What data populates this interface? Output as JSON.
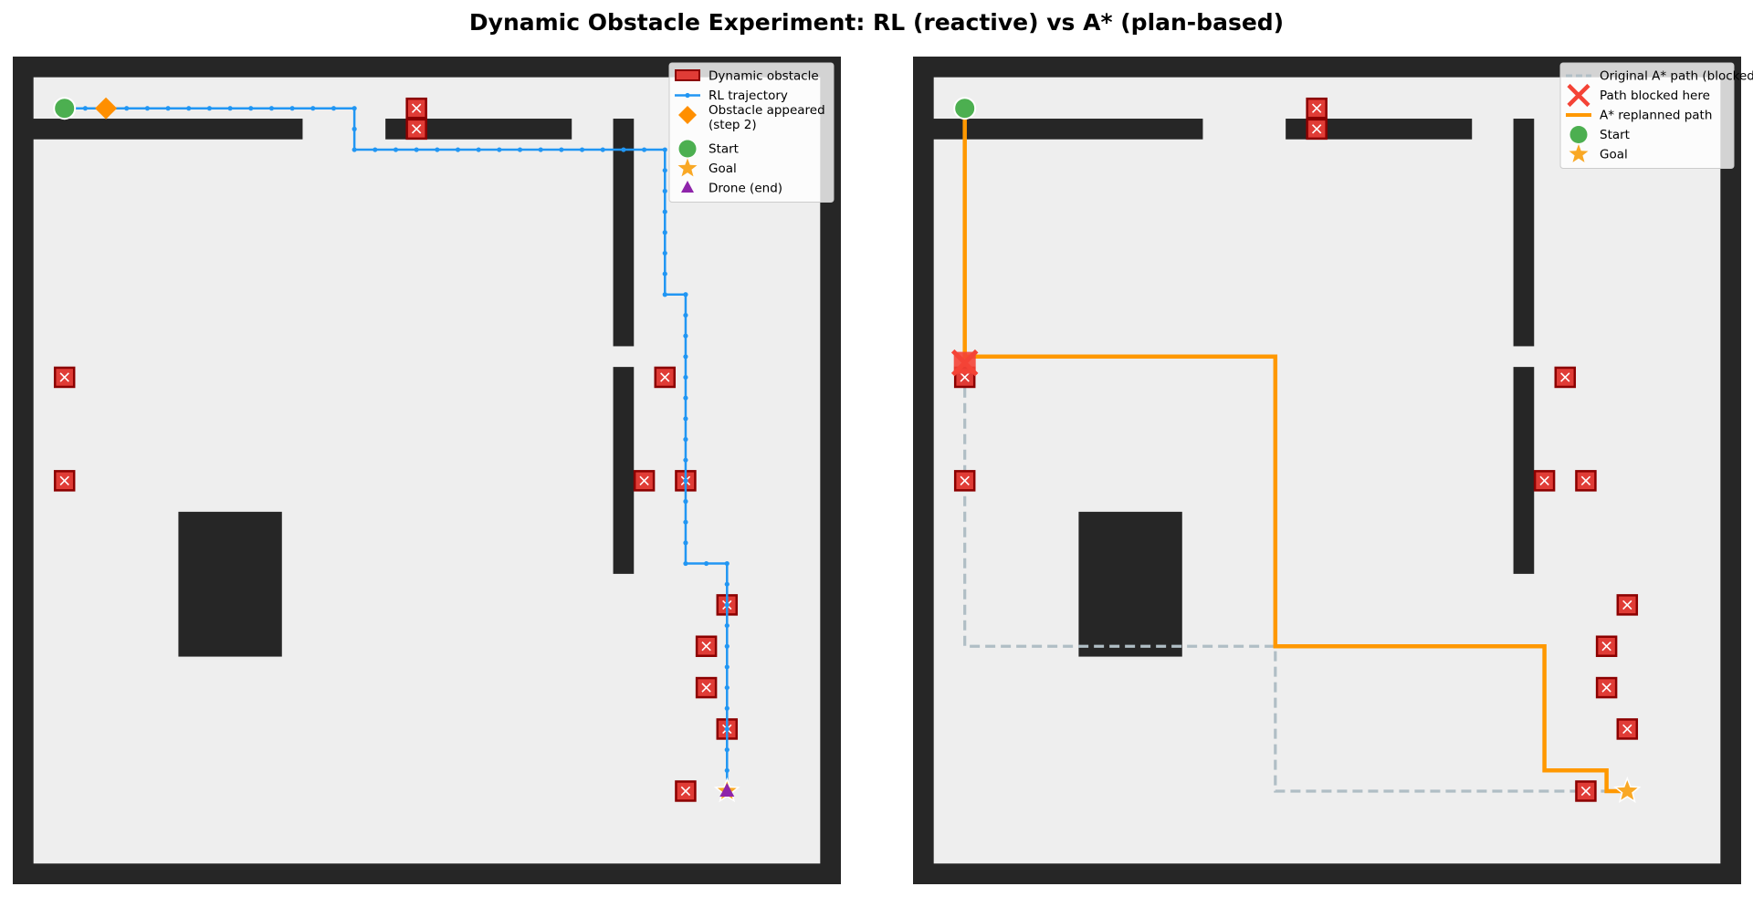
{
  "title": "Dynamic Obstacle Experiment: RL (reactive) vs A* (plan-based)",
  "colors": {
    "wall": "#262626",
    "floor": "#eeeeee",
    "obstacle_fill": "#e03c36",
    "obstacle_edge": "#8b0000",
    "rl_path": "#2196f3",
    "astar_path": "#ff9800",
    "original_path": "#b0bec5",
    "start": "#4caf50",
    "goal": "#f9a825",
    "drone": "#8e24aa",
    "obstacle_marker": "#ff8f00",
    "blocked_x": "#f44336"
  },
  "chart_data": [
    {
      "type": "scatter",
      "subtitle": "RL Agent  (reacts to obstacle via sensor readings)",
      "grid": false,
      "xlim": [
        -0.5,
        39.5
      ],
      "ylim": [
        39.5,
        -0.5
      ],
      "walls": [
        [
          0,
          3,
          14,
          1
        ],
        [
          18,
          3,
          9,
          1
        ],
        [
          29,
          3,
          1,
          11
        ],
        [
          29,
          15,
          1,
          10
        ],
        [
          8,
          22,
          5,
          7
        ]
      ],
      "dynamic_obstacles": [
        [
          19,
          2
        ],
        [
          19,
          3
        ],
        [
          2,
          15
        ],
        [
          31,
          15
        ],
        [
          2,
          20
        ],
        [
          30,
          20
        ],
        [
          32,
          20
        ],
        [
          34,
          26
        ],
        [
          33,
          28
        ],
        [
          33,
          30
        ],
        [
          34,
          32
        ],
        [
          32,
          35
        ]
      ],
      "start": [
        2,
        2
      ],
      "goal": [
        34,
        35
      ],
      "drone_end": [
        34,
        35
      ],
      "obstacle_appeared": [
        4,
        2
      ],
      "trajectory": [
        [
          2,
          2
        ],
        [
          3,
          2
        ],
        [
          4,
          2
        ],
        [
          5,
          2
        ],
        [
          6,
          2
        ],
        [
          7,
          2
        ],
        [
          8,
          2
        ],
        [
          9,
          2
        ],
        [
          10,
          2
        ],
        [
          11,
          2
        ],
        [
          12,
          2
        ],
        [
          13,
          2
        ],
        [
          14,
          2
        ],
        [
          15,
          2
        ],
        [
          16,
          2
        ],
        [
          16,
          3
        ],
        [
          16,
          4
        ],
        [
          17,
          4
        ],
        [
          18,
          4
        ],
        [
          19,
          4
        ],
        [
          20,
          4
        ],
        [
          21,
          4
        ],
        [
          22,
          4
        ],
        [
          23,
          4
        ],
        [
          24,
          4
        ],
        [
          25,
          4
        ],
        [
          26,
          4
        ],
        [
          27,
          4
        ],
        [
          28,
          4
        ],
        [
          29,
          4
        ],
        [
          30,
          4
        ],
        [
          31,
          4
        ],
        [
          31,
          5
        ],
        [
          31,
          6
        ],
        [
          31,
          7
        ],
        [
          31,
          8
        ],
        [
          31,
          9
        ],
        [
          31,
          10
        ],
        [
          31,
          11
        ],
        [
          32,
          11
        ],
        [
          32,
          12
        ],
        [
          32,
          13
        ],
        [
          32,
          14
        ],
        [
          32,
          15
        ],
        [
          32,
          16
        ],
        [
          32,
          17
        ],
        [
          32,
          18
        ],
        [
          32,
          19
        ],
        [
          32,
          20
        ],
        [
          32,
          21
        ],
        [
          32,
          22
        ],
        [
          32,
          23
        ],
        [
          32,
          24
        ],
        [
          33,
          24
        ],
        [
          34,
          24
        ],
        [
          34,
          25
        ],
        [
          34,
          26
        ],
        [
          34,
          27
        ],
        [
          34,
          28
        ],
        [
          34,
          29
        ],
        [
          34,
          30
        ],
        [
          34,
          31
        ],
        [
          34,
          32
        ],
        [
          34,
          33
        ],
        [
          34,
          34
        ],
        [
          34,
          35
        ]
      ],
      "legend": {
        "placement": "top-right",
        "entries": [
          "Dynamic obstacle",
          "RL trajectory",
          "Obstacle appeared\n(step 2)",
          "Start",
          "Goal",
          "Drone (end)"
        ]
      }
    },
    {
      "type": "line",
      "subtitle": "A* Planner  (original plan becomes invalid after obstacle)",
      "grid": false,
      "xlim": [
        -0.5,
        39.5
      ],
      "ylim": [
        39.5,
        -0.5
      ],
      "walls": [
        [
          0,
          3,
          14,
          1
        ],
        [
          18,
          3,
          9,
          1
        ],
        [
          29,
          3,
          1,
          11
        ],
        [
          29,
          15,
          1,
          10
        ],
        [
          8,
          22,
          5,
          7
        ]
      ],
      "dynamic_obstacles": [
        [
          19,
          2
        ],
        [
          19,
          3
        ],
        [
          2,
          15
        ],
        [
          31,
          15
        ],
        [
          2,
          20
        ],
        [
          30,
          20
        ],
        [
          32,
          20
        ],
        [
          34,
          26
        ],
        [
          33,
          28
        ],
        [
          33,
          30
        ],
        [
          34,
          32
        ],
        [
          32,
          35
        ]
      ],
      "start": [
        2,
        2
      ],
      "goal": [
        34,
        35
      ],
      "blocked_at": [
        2,
        15
      ],
      "original_path": [
        [
          2,
          2
        ],
        [
          2,
          28
        ],
        [
          17,
          28
        ],
        [
          17,
          35
        ],
        [
          34,
          35
        ]
      ],
      "replanned_path": [
        [
          2,
          2
        ],
        [
          2,
          14
        ],
        [
          17,
          14
        ],
        [
          17,
          28
        ],
        [
          30,
          28
        ],
        [
          30,
          34
        ],
        [
          33,
          34
        ],
        [
          33,
          35
        ],
        [
          34,
          35
        ]
      ],
      "legend": {
        "placement": "top-right",
        "entries": [
          "Original A* path (blocked)",
          "Path blocked here",
          "A* replanned path",
          "Start",
          "Goal"
        ]
      }
    }
  ]
}
